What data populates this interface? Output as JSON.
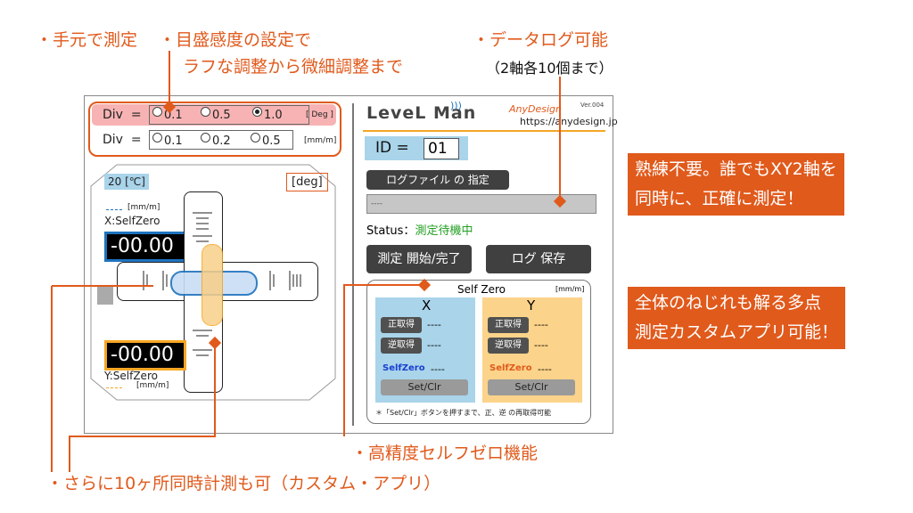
{
  "annotations": {
    "hand": "・手元で測定",
    "scale_line1": "・目盛感度の設定で",
    "scale_line2": "ラフな調整から微細調整まで",
    "datalog": "・データログ可能",
    "datalog_sub": "（2軸各10個まで）",
    "selfzero": "・高精度セルフゼロ機能",
    "multi": "・さらに10ヶ所同時計測も可（カスタム・アプリ）"
  },
  "callouts": {
    "c1_line1": "熟練不要。誰でもXY2軸を",
    "c1_line2": "同時に、正確に測定！",
    "c2_line1": "全体のねじれも解る多点",
    "c2_line2": "測定カスタムアプリ可能！"
  },
  "div_rows": {
    "label": "Div",
    "eq": "=",
    "deg_options": [
      "0.1",
      "0.5",
      "1.0"
    ],
    "deg_selected": 2,
    "deg_unit": "[ Deg ]",
    "mm_options": [
      "0.1",
      "0.2",
      "0.5"
    ],
    "mm_selected": -1,
    "mm_unit": "[mm/m]"
  },
  "level": {
    "temp": "20 [℃]",
    "deg_badge": "[deg]",
    "x_unit": "[mm/m]",
    "x_label": "X:SelfZero",
    "x_value": "-00.00",
    "y_value": "-00.00",
    "y_label": "Y:SelfZero",
    "y_unit": "[mm/m]"
  },
  "app": {
    "brand": "LeveL Man",
    "anydesign": "AnyDesign",
    "version": "Ver.004",
    "url": "https://anydesign.jp",
    "id_label": "ID =",
    "id_value": "01",
    "logfile_button": "ログファイル の 指定",
    "logfile_path": "----",
    "status_label": "Status：",
    "status_value": "測定待機中",
    "measure_button": "測定 開始/完了",
    "save_button": "ログ 保存",
    "selfzero_title": "Self Zero",
    "selfzero_unit": "[mm/m]",
    "x_title": "X",
    "y_title": "Y",
    "pos_btn": "正取得",
    "neg_btn": "逆取得",
    "dash": "----",
    "selfzero_label": "SelfZero",
    "setclr": "Set/Clr",
    "note": "＊「Set/Clr」ボタンを押すまで、正、逆 の再取得可能"
  },
  "colors": {
    "accent": "#e05a1c",
    "x_blue": "#1e73be",
    "y_orange": "#f5a623",
    "x_panel": "#a9d4ea",
    "y_panel": "#fbd38a",
    "status_green": "#22a022"
  }
}
